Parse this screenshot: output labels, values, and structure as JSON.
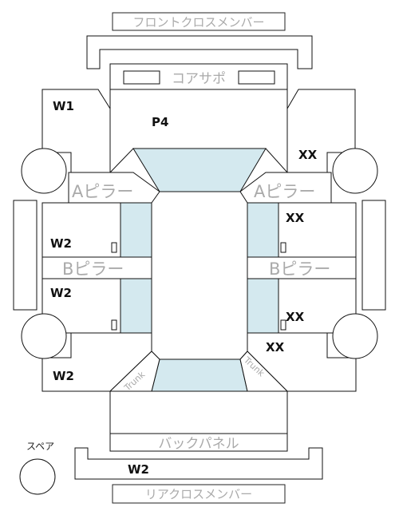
{
  "labels": {
    "front_cross_member": "フロントクロスメンバー",
    "core_support": "コアサポ",
    "a_pillar_left": "Aピラー",
    "a_pillar_right": "Aピラー",
    "b_pillar_left": "Bピラー",
    "b_pillar_right": "Bピラー",
    "back_panel": "バックパネル",
    "rear_cross_member": "リアクロスメンバー",
    "spare": "スペア",
    "trunk_left": "Trunk",
    "trunk_right": "Trunk"
  },
  "marks": {
    "front_left_fender": "W1",
    "hood": "P4",
    "front_right_fender": "XX",
    "front_right_door": "XX",
    "front_left_door": "W2",
    "rear_left_door": "W2",
    "rear_right_door": "XX",
    "rear_right_quarter": "XX",
    "rear_left_quarter": "W2",
    "rear_bumper": "W2"
  },
  "colors": {
    "glass": "#d4e9ef",
    "outline": "#111111",
    "label_gray": "#aaaaaa"
  }
}
